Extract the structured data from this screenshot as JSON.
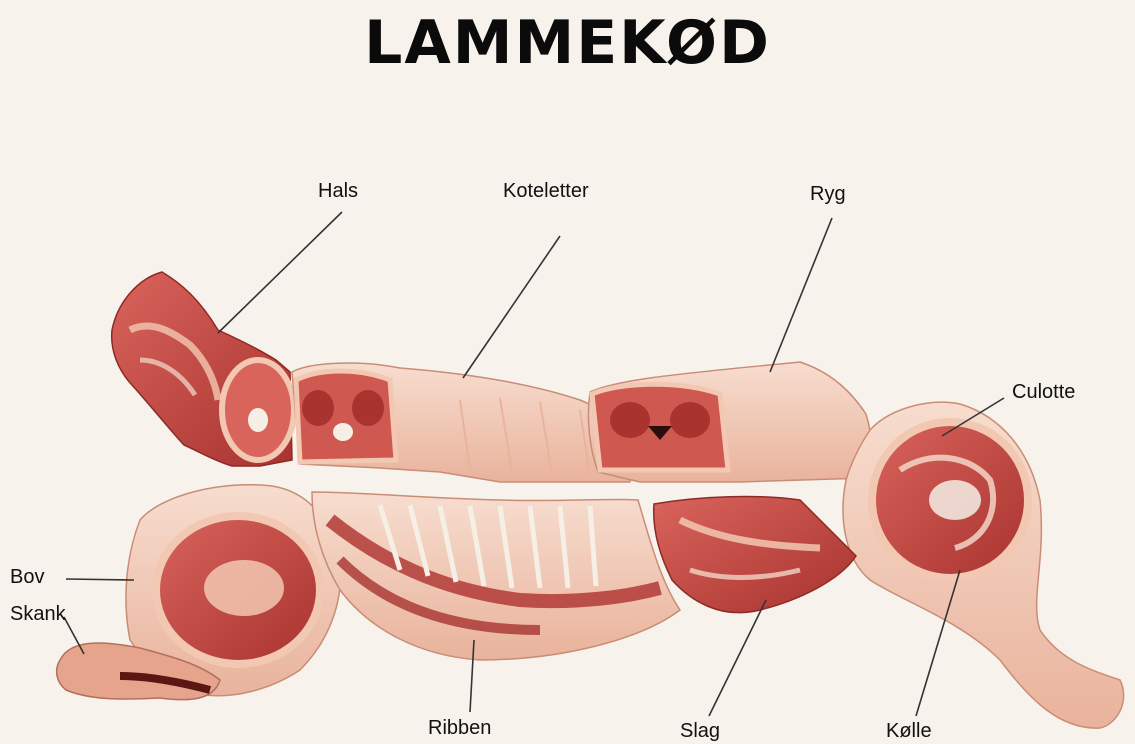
{
  "title": "LAMMEKØD",
  "labels": {
    "hals": "Hals",
    "koteletter": "Koteletter",
    "ryg": "Ryg",
    "culotte": "Culotte",
    "bov": "Bov",
    "skank": "Skank",
    "ribben": "Ribben",
    "slag": "Slag",
    "kolle": "Kølle"
  },
  "colors": {
    "background": "#f8f2ec",
    "meat_dark": "#b23a36",
    "meat": "#d9645c",
    "fat": "#f2c8b2",
    "fat_light": "#f7ddcf",
    "bone": "#f5efe6"
  }
}
